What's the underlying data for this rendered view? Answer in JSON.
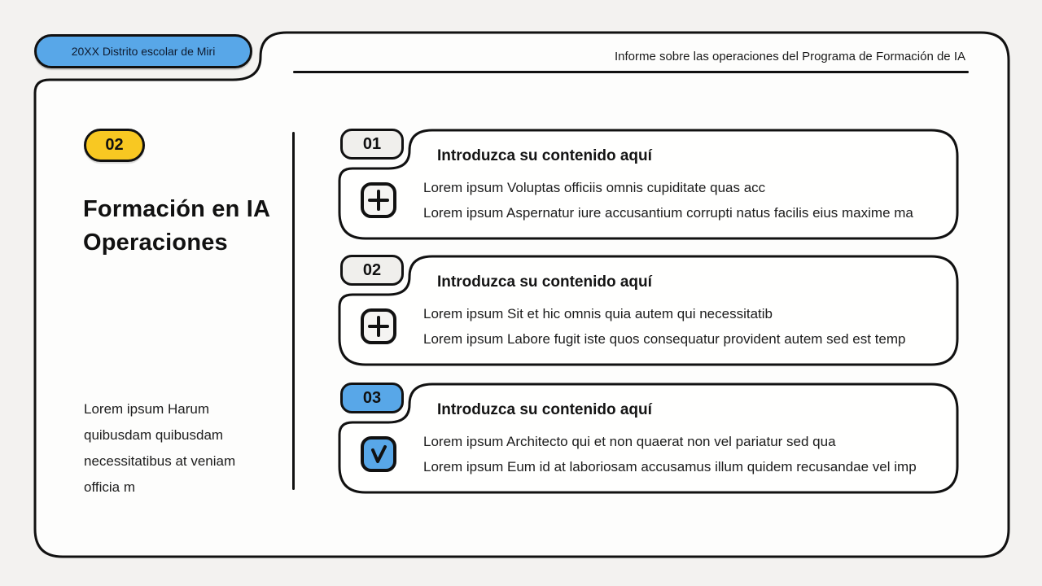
{
  "header": {
    "badge_label": "20XX Distrito escolar de Miri",
    "title": "Informe sobre las operaciones del Programa de Formación de IA"
  },
  "sidebar": {
    "section_number": "02",
    "heading": "Formación en IA\nOperaciones",
    "paragraph": "Lorem ipsum Harum\nquibusdam quibusdam\nnecessitatibus at veniam\nofficia m"
  },
  "cards": [
    {
      "number": "01",
      "title": "Introduzca su contenido aquí",
      "icon": "plus-icon",
      "line1": "Lorem ipsum Voluptas officiis omnis cupiditate quas acc",
      "line2": "Lorem ipsum Aspernatur iure accusantium corrupti natus facilis eius maxime ma"
    },
    {
      "number": "02",
      "title": "Introduzca su contenido aquí",
      "icon": "plus-icon",
      "line1": "Lorem ipsum Sit et hic omnis quia autem qui necessitatib",
      "line2": "Lorem ipsum Labore fugit iste quos consequatur provident autem sed est temp"
    },
    {
      "number": "03",
      "title": "Introduzca su contenido aquí",
      "icon": "check-icon",
      "line1": "Lorem ipsum Architecto qui et non quaerat non vel pariatur sed qua",
      "line2": "Lorem ipsum Eum id at laboriosam accusamus illum quidem recusandae vel imp"
    }
  ],
  "colors": {
    "accent_blue": "#58a7e8",
    "accent_yellow": "#f8c822",
    "ink": "#111111",
    "panel": "#fdfdfc",
    "page_bg": "#f3f2f0"
  }
}
